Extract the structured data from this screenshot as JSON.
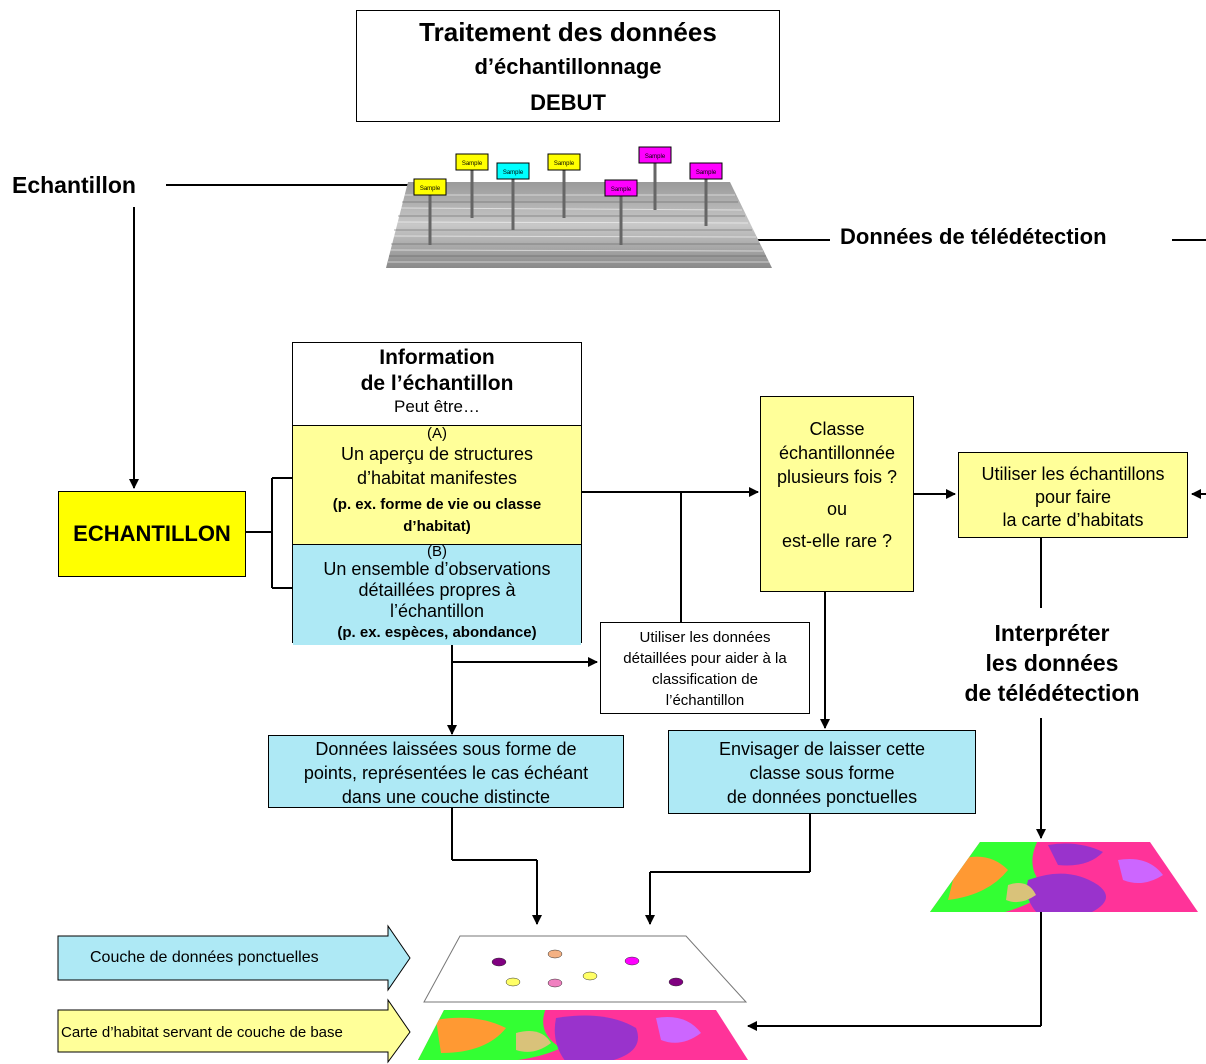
{
  "title": {
    "line1": "Traitement des données",
    "line2": "d’échantillonnage",
    "line3": "DEBUT"
  },
  "labels": {
    "echantillon": "Echantillon",
    "donnees_teledetection": "Données de télédétection",
    "sample_tag": "Sample",
    "interpreter_1": "Interpréter",
    "interpreter_2": "les données",
    "interpreter_3": "de télédétection"
  },
  "echantillon_box": "ECHANTILLON",
  "info_box": {
    "head1": "Information",
    "head2": "de l’échantillon",
    "peut_etre": "Peut être…",
    "a_letter": "(A)",
    "a_text1": "Un aperçu de structures",
    "a_text2": "d’habitat manifestes",
    "a_ex1": "(p. ex. forme de vie ou classe",
    "a_ex2": "d’habitat)",
    "b_letter": "(B)",
    "b_text1": "Un ensemble d’observations",
    "b_text2": "détaillées propres à",
    "b_text3": "l’échantillon",
    "b_ex": "(p. ex. espèces, abondance)"
  },
  "classe_box": {
    "l1": "Classe",
    "l2": "échantillonnée",
    "l3": "plusieurs fois ?",
    "l4": "ou",
    "l5": "est-elle rare ?"
  },
  "utiliser_box": {
    "l1": "Utiliser les échantillons",
    "l2": "pour faire",
    "l3": "la carte d’habitats"
  },
  "detail_box": {
    "l1": "Utiliser les données",
    "l2": "détaillées pour aider à la",
    "l3": "classification de",
    "l4": "l’échantillon"
  },
  "points_box": {
    "l1": "Données laissées sous forme de",
    "l2": "points, représentées le cas échéant",
    "l3": "dans une couche distincte"
  },
  "envisager_box": {
    "l1": "Envisager  de laisser cette",
    "l2": "classe sous forme",
    "l3": "de données ponctuelles"
  },
  "legend": {
    "couche": "Couche de données ponctuelles",
    "carte": "Carte d’habitat servant de couche de base"
  },
  "colors": {
    "yellow_box": "#ffff99",
    "cyan_box": "#aee9f5",
    "echantillon_fill": "#ffff00",
    "map_green": "#33ff33",
    "map_orange": "#ff9933",
    "map_purple": "#9933cc",
    "map_pink": "#ff3399",
    "tag_yellow": "#ffff00",
    "tag_cyan": "#00ffff",
    "tag_magenta": "#ff00ff"
  }
}
